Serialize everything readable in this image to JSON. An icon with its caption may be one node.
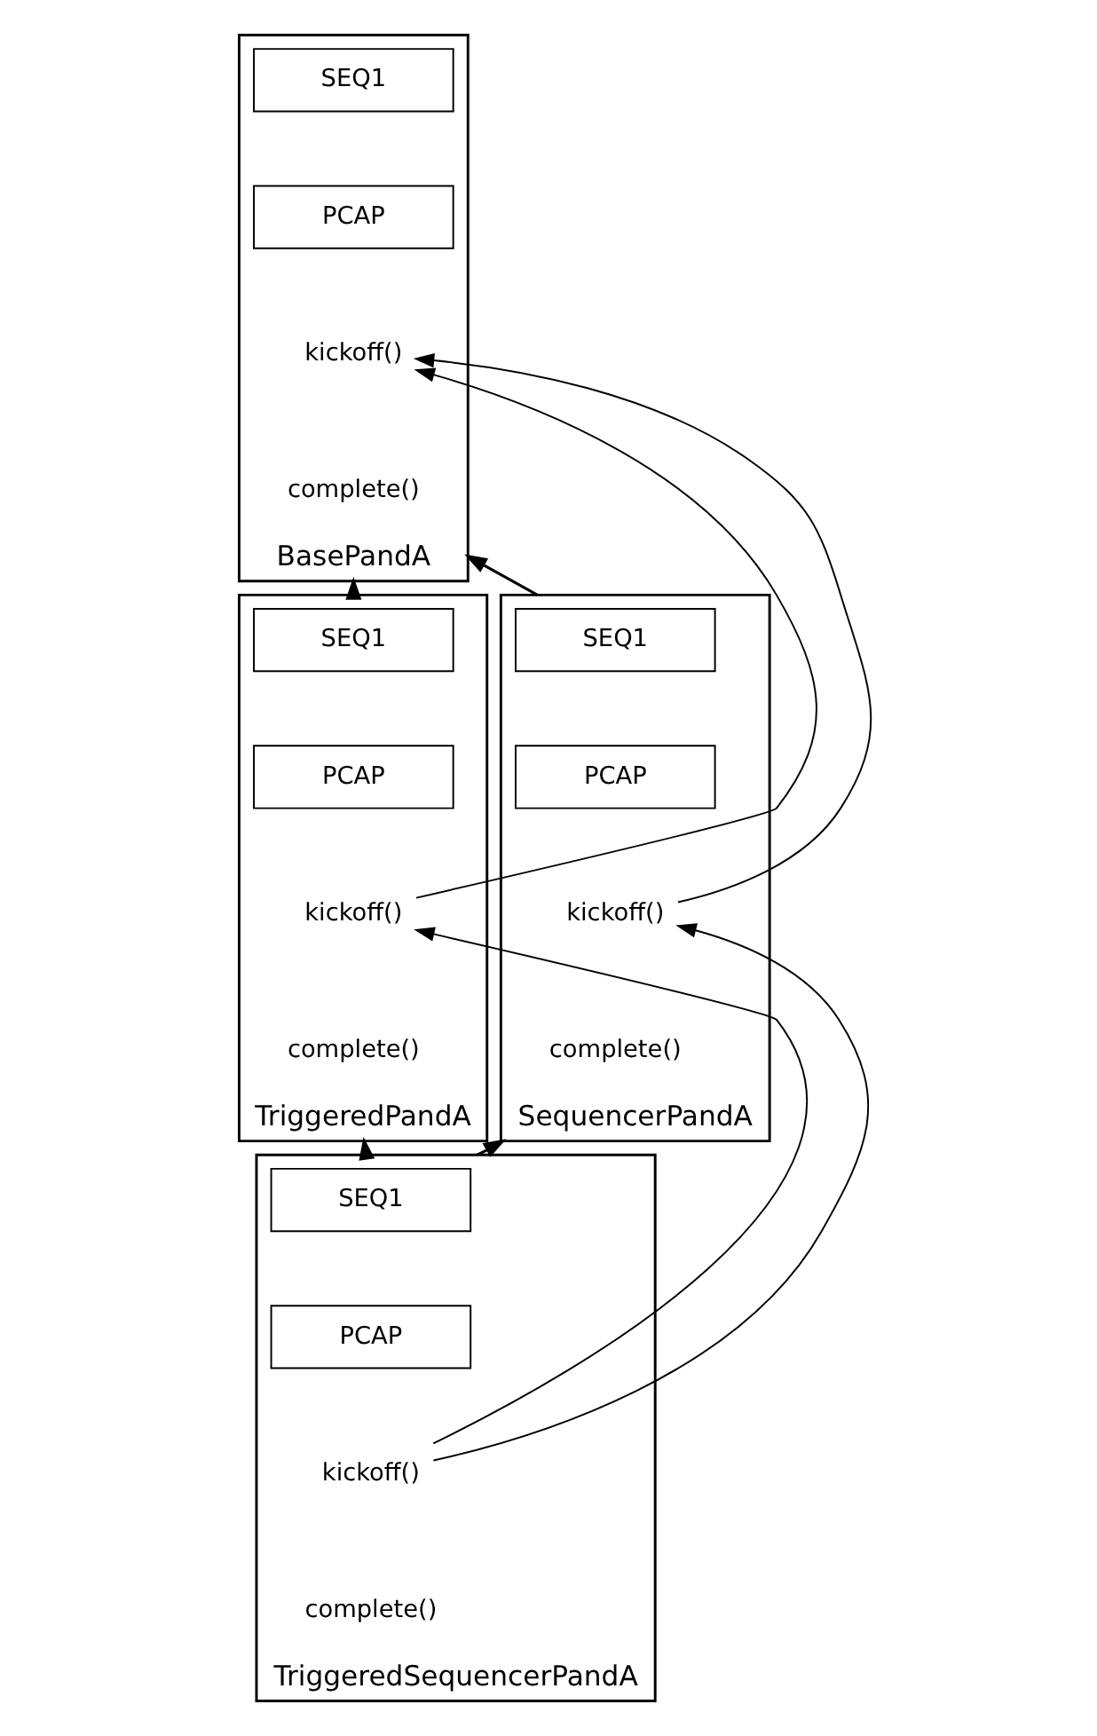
{
  "diagram": {
    "nodes": [
      {
        "text": [
          "BasePandA"
        ]
      },
      {
        "text": [
          "SEQ1"
        ],
        "in": 0
      },
      {
        "text": [
          "PCAP"
        ],
        "in": 0
      },
      {
        "text": [
          "kickoff()"
        ],
        "in": 0
      },
      {
        "text": [
          "complete()"
        ],
        "in": 0
      },
      {
        "text": [
          "TriggeredPandA"
        ]
      },
      {
        "text": [
          "SEQ1"
        ],
        "in": 5
      },
      {
        "text": [
          "PCAP"
        ],
        "in": 5
      },
      {
        "text": [
          "kickoff()"
        ],
        "in": 5
      },
      {
        "text": [
          "complete()"
        ],
        "in": 5
      },
      {
        "text": [
          "SequencerPandA"
        ]
      },
      {
        "text": [
          "SEQ1"
        ],
        "in": 10
      },
      {
        "text": [
          "PCAP"
        ],
        "in": 10
      },
      {
        "text": [
          "kickoff()"
        ],
        "in": 10
      },
      {
        "text": [
          "complete()"
        ],
        "in": 10
      },
      {
        "text": [
          "TriggeredSequencerPandA"
        ]
      },
      {
        "text": [
          "SEQ1"
        ],
        "in": 15
      },
      {
        "text": [
          "PCAP"
        ],
        "in": 15
      },
      {
        "text": [
          "kickoff()"
        ],
        "in": 15
      },
      {
        "text": [
          "complete()"
        ],
        "in": 15
      }
    ],
    "edges": [
      {
        "from": 5,
        "to": 0,
        "arrow": "to"
      },
      {
        "from": 10,
        "to": 0,
        "arrow": "to"
      },
      {
        "from": 15,
        "to": 5,
        "arrow": "to"
      },
      {
        "from": 15,
        "to": 10,
        "arrow": "to"
      },
      {
        "from": 8,
        "to": 3,
        "arrow": "to"
      },
      {
        "from": 13,
        "to": 3,
        "arrow": "to"
      },
      {
        "from": 18,
        "to": 8,
        "arrow": "to"
      },
      {
        "from": 18,
        "to": 13,
        "arrow": "to"
      }
    ]
  }
}
